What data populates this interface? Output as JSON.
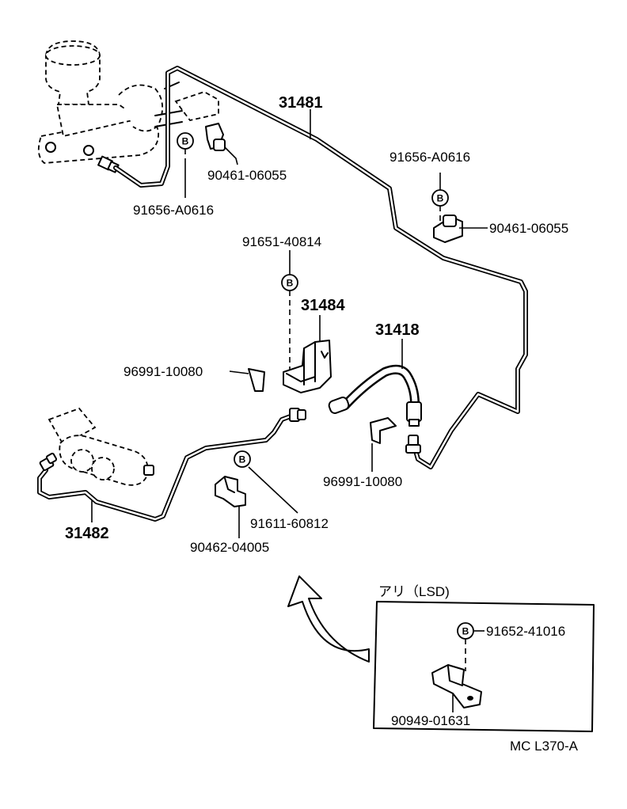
{
  "labels": {
    "p31481": "31481",
    "p90461_a": "90461-06055",
    "p91656_a": "91656-A0616",
    "p91656_b": "91656-A0616",
    "p90461_b": "90461-06055",
    "p91651": "91651-40814",
    "p31484": "31484",
    "p31418": "31418",
    "p96991_a": "96991-10080",
    "p96991_b": "96991-10080",
    "p91611": "91611-60812",
    "p31482": "31482",
    "p90462": "90462-04005",
    "inset_title": "アリ（LSD)",
    "p91652": "91652-41016",
    "p90949": "90949-01631",
    "diagram_code": "MC L370-A"
  },
  "bolt_symbol": "B",
  "colors": {
    "line": "#000000",
    "background": "#ffffff"
  }
}
